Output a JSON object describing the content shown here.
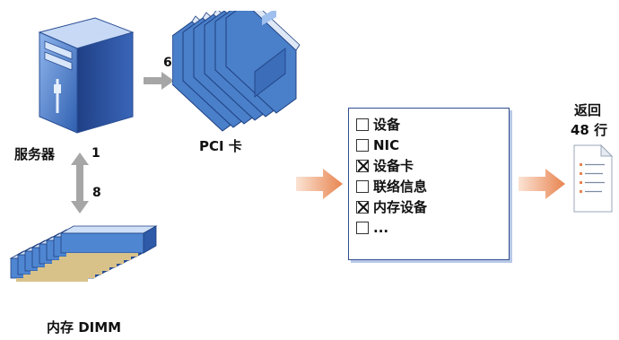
{
  "labels": {
    "server": "服务器",
    "server_count": "1",
    "pci_count": "6",
    "pci": "PCI 卡",
    "dimm_count": "8",
    "dimm": "内存 DIMM",
    "result_line1": "返回",
    "result_line2": "48 行"
  },
  "checklist": [
    {
      "label": "设备",
      "checked": false
    },
    {
      "label": "NIC",
      "checked": false
    },
    {
      "label": "设备卡",
      "checked": true
    },
    {
      "label": "联络信息",
      "checked": false
    },
    {
      "label": "内存设备",
      "checked": true
    },
    {
      "label": "...",
      "checked": false
    }
  ],
  "colors": {
    "gray_arrow": "#a6a6a6",
    "orange_arrow": "#e8844f",
    "panel_border": "#2f4f8f",
    "component_blue": "#4a7fc9"
  },
  "icons": [
    "server-icon",
    "pci-card-icon",
    "dimm-icon",
    "document-icon"
  ]
}
